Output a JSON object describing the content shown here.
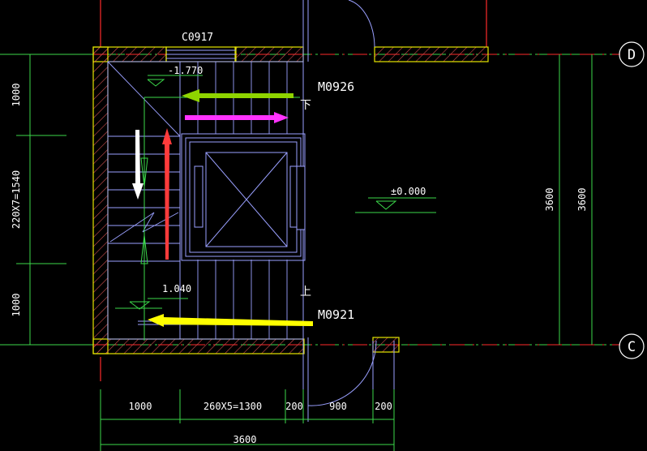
{
  "drawing": {
    "labels": {
      "window_c0917": "C0917",
      "door_m0926": "M0926",
      "door_m0921": "M0921",
      "elev_top": "-1.770",
      "elev_mid": "1.040",
      "elev_floor": "±0.000",
      "dir_down": "下",
      "dir_up": "上"
    },
    "axes": {
      "D": "D",
      "C": "C"
    },
    "dims_left": {
      "top": "1000",
      "mid": "220X7=1540",
      "bottom": "1000"
    },
    "dims_right": {
      "inner": "3600",
      "outer": "3600"
    },
    "dims_bottom": {
      "a": "1000",
      "b": "260X5=1300",
      "c": "200",
      "d": "900",
      "e": "200",
      "total": "3600"
    },
    "arrow_colors": {
      "green": "#8fd400",
      "magenta": "#ff33ff",
      "red": "#ff3b3b",
      "white": "#ffffff",
      "yellow": "#ffff00"
    }
  }
}
